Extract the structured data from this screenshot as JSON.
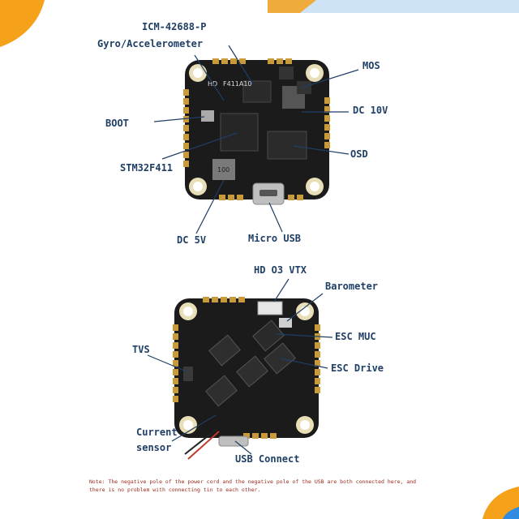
{
  "top_board": {
    "labels": {
      "imu": "ICM-42688-P",
      "gyro": "Gyro/Accelerometer",
      "mos": "MOS",
      "boot": "BOOT",
      "dc10v": "DC 10V",
      "osd": "OSD",
      "mcu": "STM32F411",
      "dc5v": "DC 5V",
      "usb": "Micro USB"
    },
    "silkscreen": {
      "model": "F411A10",
      "hd": "HD",
      "inductor": "100"
    }
  },
  "bottom_board": {
    "labels": {
      "vtx": "HD O3 VTX",
      "baro": "Barometer",
      "esc_mcu": "ESC MUC",
      "tvs": "TVS",
      "esc_drive": "ESC Drive",
      "current_1": "Current",
      "current_2": "sensor",
      "usb_connect": "USB Connect"
    }
  },
  "note": "Note: The negative pole of the power cord and the negative pole of the USB are both connected here, and there is no problem with connecting tin to each other.",
  "colors": {
    "label_text": "#1f3f66",
    "leader_line": "#1f3f66",
    "pcb": "#1b1b1b",
    "pad": "#c99a3a",
    "note_text": "#9a2a1a",
    "corner_orange": "#f5a11a",
    "corner_blue": "#cfe3f7"
  }
}
